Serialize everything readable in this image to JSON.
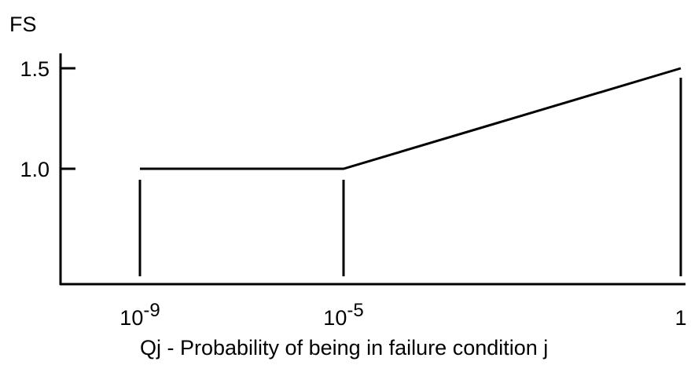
{
  "chart_data": {
    "type": "line",
    "ylabel": "FS",
    "xlabel": "Qj - Probability of being in failure condition j",
    "x_scale": "log",
    "x": [
      "10^-9",
      "10^-5",
      "1"
    ],
    "x_exponents": [
      -9,
      -5,
      0
    ],
    "x_tick_labels": [
      {
        "base": "10",
        "sup": "-9"
      },
      {
        "base": "10",
        "sup": "-5"
      },
      {
        "base": "1",
        "sup": ""
      }
    ],
    "y_ticks": [
      1.0,
      1.5
    ],
    "y_tick_labels": [
      "1.0",
      "1.5"
    ],
    "series": [
      {
        "points": [
          {
            "x_exp": -9,
            "y": 1.0
          },
          {
            "x_exp": -5,
            "y": 1.0
          },
          {
            "x_exp": 0,
            "y": 1.5
          }
        ]
      }
    ],
    "vertical_drop_lines": [
      -9,
      -5,
      0
    ],
    "grid": false,
    "colors": {
      "line": "#000000",
      "axis": "#000000",
      "background": "#ffffff"
    }
  }
}
